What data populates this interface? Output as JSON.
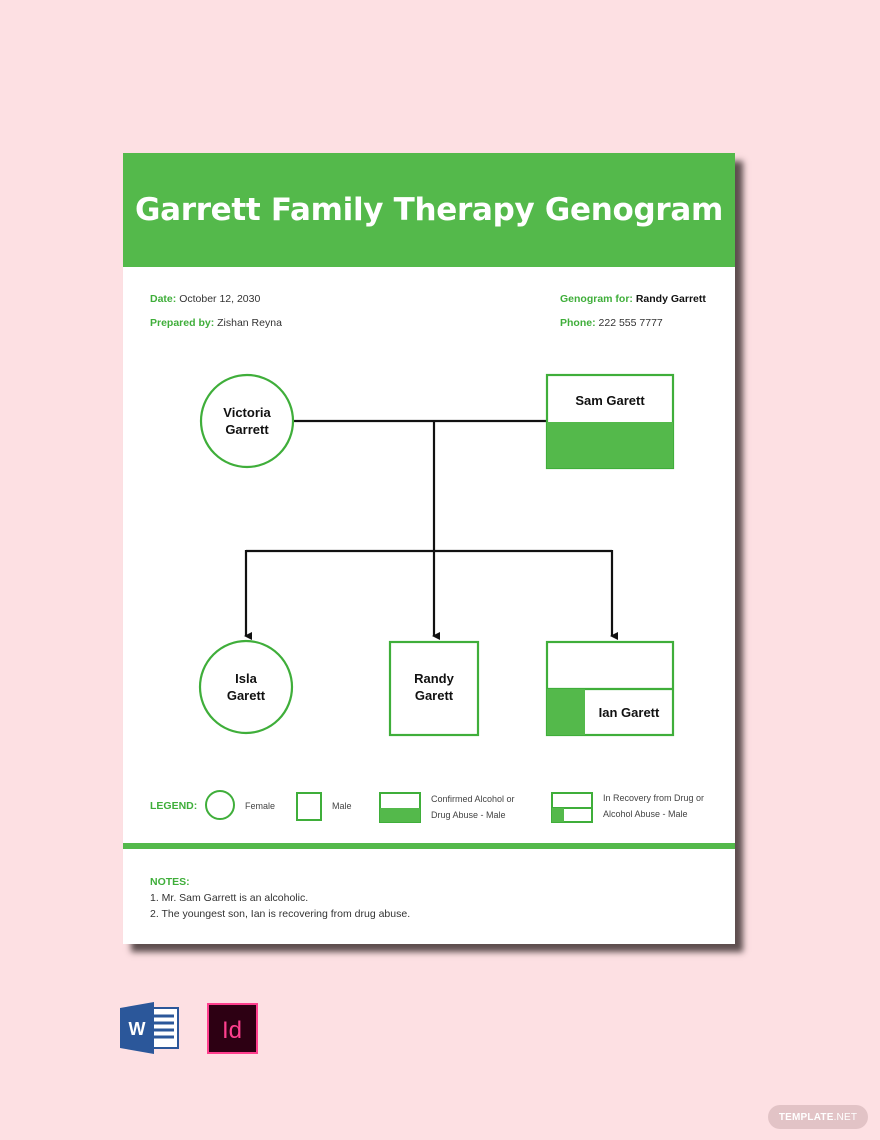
{
  "document": {
    "title": "Garrett Family Therapy Genogram",
    "meta": {
      "date_label": "Date:",
      "date_value": "October 12, 2030",
      "prepared_label": "Prepared by:",
      "prepared_value": "Zishan Reyna",
      "genogram_for_label": "Genogram for:",
      "genogram_for_value": "Randy Garrett",
      "phone_label": "Phone:",
      "phone_value": "222 555 7777"
    },
    "nodes": [
      {
        "id": "victoria",
        "line1": "Victoria",
        "line2": "Garrett",
        "shape": "circle",
        "gender": "female"
      },
      {
        "id": "sam",
        "label": "Sam Garett",
        "shape": "square",
        "status": "confirmed-abuse"
      },
      {
        "id": "isla",
        "line1": "Isla",
        "line2": "Garett",
        "shape": "circle",
        "gender": "female"
      },
      {
        "id": "randy",
        "line1": "Randy",
        "line2": "Garett",
        "shape": "square",
        "gender": "male"
      },
      {
        "id": "ian",
        "label": "Ian Garett",
        "shape": "square",
        "status": "in-recovery"
      }
    ],
    "legend": {
      "title": "LEGEND:",
      "items": [
        {
          "symbol": "circle",
          "label": "Female"
        },
        {
          "symbol": "square",
          "label": "Male"
        },
        {
          "symbol": "half-filled-square",
          "line1": "Confirmed Alcohol or",
          "line2": "Drug Abuse - Male"
        },
        {
          "symbol": "quarter-filled-square",
          "line1": "In Recovery from Drug or",
          "line2": "Alcohol Abuse - Male"
        }
      ]
    },
    "notes": {
      "title": "NOTES:",
      "items": [
        "1. Mr. Sam Garrett is an alcoholic.",
        "2. The youngest son, Ian is recovering from drug abuse."
      ]
    }
  },
  "colors": {
    "accent": "#54b94b",
    "background": "#fde0e3",
    "line": "#111111"
  },
  "apps": {
    "word_letter": "W",
    "indesign_letters": "Id"
  },
  "badge": {
    "brand_bold": "TEMPLATE",
    "brand_light": ".NET"
  }
}
